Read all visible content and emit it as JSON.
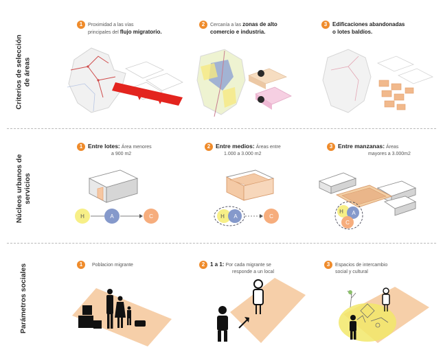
{
  "sections": [
    {
      "label_line1": "Criterios de selección",
      "label_line2": "de áreas"
    },
    {
      "label_line1": "Núcleos urbanos de",
      "label_line2": "servicios"
    },
    {
      "label_line1": "Parámetros sociales",
      "label_line2": ""
    }
  ],
  "row1": [
    {
      "num": "1",
      "line1": "Proximidad a las vías",
      "line2_pre": "principales del ",
      "line2_bold": "flujo migratorio."
    },
    {
      "num": "2",
      "line1_pre": "Cercanía a las ",
      "line1_bold": "zonas de alto",
      "line2_bold": "comercio e industria."
    },
    {
      "num": "3",
      "line1_bold": "Edificaciones abandonadas",
      "line2_bold": "o lotes baldíos."
    }
  ],
  "row2": [
    {
      "num": "1",
      "title": "Entre lotes:",
      "line1": " Área menores",
      "line2": "a 900 m2",
      "nodes": [
        "H",
        "A",
        "C"
      ]
    },
    {
      "num": "2",
      "title": "Entre medios:",
      "line1": " Áreas entre",
      "line2": "1.000 a 3.000 m2",
      "nodes": [
        "H",
        "A",
        "C"
      ]
    },
    {
      "num": "3",
      "title": "Entre manzanas:",
      "line1": " Áreas",
      "line2": "mayores a 3.000m2",
      "nodes": [
        "H",
        "A",
        "C"
      ]
    }
  ],
  "row3": [
    {
      "num": "1",
      "line1": "Poblacion migrante"
    },
    {
      "num": "2",
      "bold": "1 a 1:",
      "line1": " Por cada migrante se",
      "line2": "responde a un local"
    },
    {
      "num": "3",
      "line1": "Espacios de intercambio",
      "line2": "social y cultural"
    }
  ],
  "colors": {
    "accent": "#ef8b2b",
    "red": "#e3241e",
    "peach": "#f4c9a2",
    "tan": "#f3cfa5",
    "blue": "#7f93c7",
    "yellow": "#f7ee7c",
    "pink": "#f2b7d4",
    "orange_node": "#f5ad7a"
  }
}
